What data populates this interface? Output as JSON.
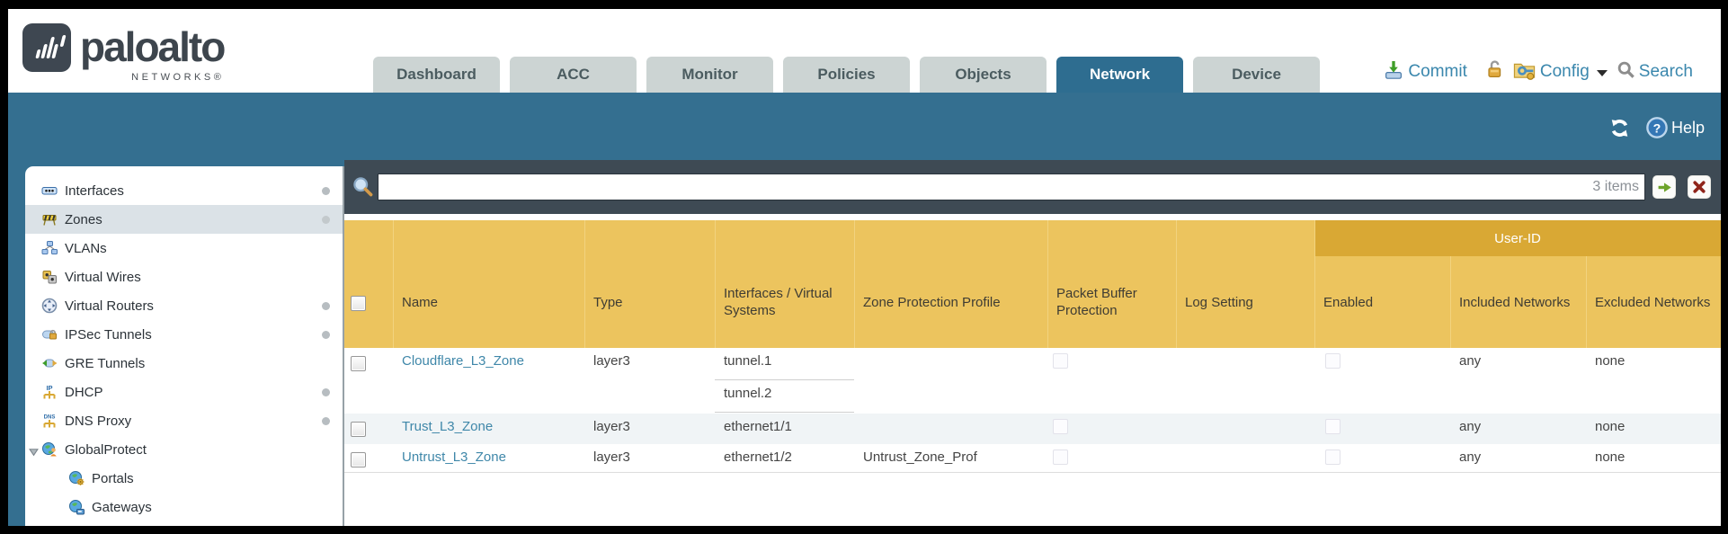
{
  "brand": {
    "name": "paloalto",
    "sub": "NETWORKS®"
  },
  "tabs": [
    {
      "label": "Dashboard",
      "active": false
    },
    {
      "label": "ACC",
      "active": false
    },
    {
      "label": "Monitor",
      "active": false
    },
    {
      "label": "Policies",
      "active": false
    },
    {
      "label": "Objects",
      "active": false
    },
    {
      "label": "Network",
      "active": true
    },
    {
      "label": "Device",
      "active": false
    }
  ],
  "header_actions": {
    "commit_label": "Commit",
    "config_label": "Config",
    "search_label": "Search",
    "icons": [
      "commit-icon",
      "lock-icon",
      "config-icon",
      "caret-down-icon",
      "search-icon"
    ]
  },
  "band": {
    "help_label": "Help",
    "icons": [
      "refresh-icon",
      "help-icon"
    ]
  },
  "filter": {
    "value": "",
    "count": "3 items",
    "icons": [
      "magnifier-icon",
      "apply-filter-arrow-icon",
      "clear-filter-x-icon"
    ]
  },
  "sidebar": {
    "items": [
      {
        "label": "Interfaces",
        "icon": "interfaces-icon",
        "selected": false,
        "dot": true
      },
      {
        "label": "Zones",
        "icon": "zones-icon",
        "selected": true,
        "dot": true
      },
      {
        "label": "VLANs",
        "icon": "vlans-icon",
        "selected": false,
        "dot": false
      },
      {
        "label": "Virtual Wires",
        "icon": "virtual-wires-icon",
        "selected": false,
        "dot": false
      },
      {
        "label": "Virtual Routers",
        "icon": "virtual-routers-icon",
        "selected": false,
        "dot": true
      },
      {
        "label": "IPSec Tunnels",
        "icon": "ipsec-tunnels-icon",
        "selected": false,
        "dot": true
      },
      {
        "label": "GRE Tunnels",
        "icon": "gre-tunnels-icon",
        "selected": false,
        "dot": false
      },
      {
        "label": "DHCP",
        "icon": "dhcp-icon",
        "selected": false,
        "dot": true
      },
      {
        "label": "DNS Proxy",
        "icon": "dns-proxy-icon",
        "selected": false,
        "dot": true
      },
      {
        "label": "GlobalProtect",
        "icon": "globalprotect-icon",
        "selected": false,
        "dot": false,
        "expanded": true
      },
      {
        "label": "Portals",
        "icon": "portals-icon",
        "selected": false,
        "dot": false,
        "indent": 1
      },
      {
        "label": "Gateways",
        "icon": "gateways-icon",
        "selected": false,
        "dot": false,
        "indent": 1
      }
    ]
  },
  "table": {
    "group_header": "User-ID",
    "columns": [
      "Name",
      "Type",
      "Interfaces / Virtual Systems",
      "Zone Protection Profile",
      "Packet Buffer Protection",
      "Log Setting",
      "Enabled",
      "Included Networks",
      "Excluded Networks"
    ],
    "rows": [
      {
        "name": "Cloudflare_L3_Zone",
        "type": "layer3",
        "interfaces": [
          "tunnel.1",
          "tunnel.2"
        ],
        "zone_protection_profile": "",
        "log_setting": "",
        "included_networks": "any",
        "excluded_networks": "none"
      },
      {
        "name": "Trust_L3_Zone",
        "type": "layer3",
        "interfaces": [
          "ethernet1/1"
        ],
        "zone_protection_profile": "",
        "log_setting": "",
        "included_networks": "any",
        "excluded_networks": "none"
      },
      {
        "name": "Untrust_L3_Zone",
        "type": "layer3",
        "interfaces": [
          "ethernet1/2"
        ],
        "zone_protection_profile": "Untrust_Zone_Prof",
        "log_setting": "",
        "included_networks": "any",
        "excluded_networks": "none"
      }
    ]
  },
  "colors": {
    "teal_band": "#346f90",
    "active_tab": "#2e6d90",
    "inactive_tab": "#ccd4d3",
    "slate_filter_row": "#3e4a54",
    "table_header_gold": "#ecc45e",
    "userid_band_gold": "#d9a834",
    "link_blue": "#3f87a9",
    "action_blue": "#3a87ad"
  }
}
